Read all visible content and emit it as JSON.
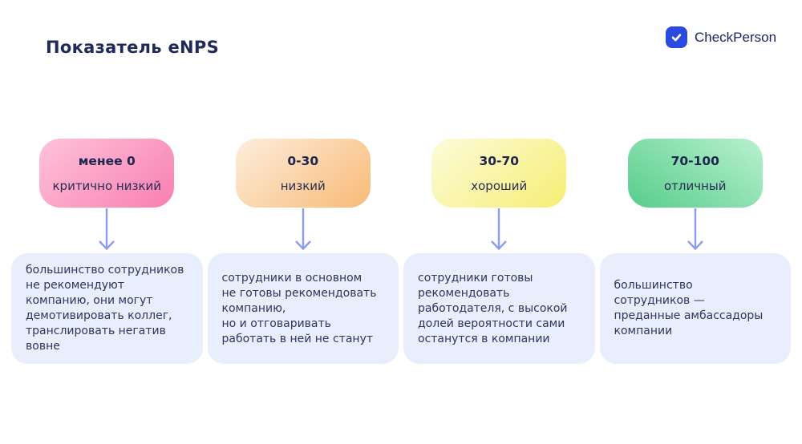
{
  "page": {
    "title": "Показатель eNPS",
    "background": "#ffffff"
  },
  "brand": {
    "name": "CheckPerson",
    "icon": "check-badge-icon",
    "icon_color": "#2b4ae0",
    "text_color": "#1c2462"
  },
  "arrow_color": "#8b9cf1",
  "description_bg": "#e8eefb",
  "columns": [
    {
      "range": "менее 0",
      "level": "критично низкий",
      "description": "большинство сотрудников\nне рекомендуют\nкомпанию, они могут\nдемотивировать коллег,\nтранслировать негатив\nвовне",
      "gradient_angle": "140deg",
      "gradient_from": "#ffc3da",
      "gradient_to": "#f87fb0"
    },
    {
      "range": "0-30",
      "level": "низкий",
      "description": "сотрудники в основном\nне готовы рекомендовать\nкомпанию,\nно и отговаривать\nработать в ней не станут",
      "gradient_angle": "140deg",
      "gradient_from": "#fdeedd",
      "gradient_to": "#f8ba76"
    },
    {
      "range": "30-70",
      "level": "хороший",
      "description": "сотрудники готовы\nрекомендовать\nработодателя, с высокой\nдолей вероятности сами\nостанутся в компании",
      "gradient_angle": "140deg",
      "gradient_from": "#fdfbda",
      "gradient_to": "#f6ee74"
    },
    {
      "range": "70-100",
      "level": "отличный",
      "description": "большинство\nсотрудников —\nпреданные амбассадоры\nкомпании",
      "gradient_angle": "215deg",
      "gradient_from": "#b9f1cf",
      "gradient_to": "#57cd8a"
    }
  ]
}
